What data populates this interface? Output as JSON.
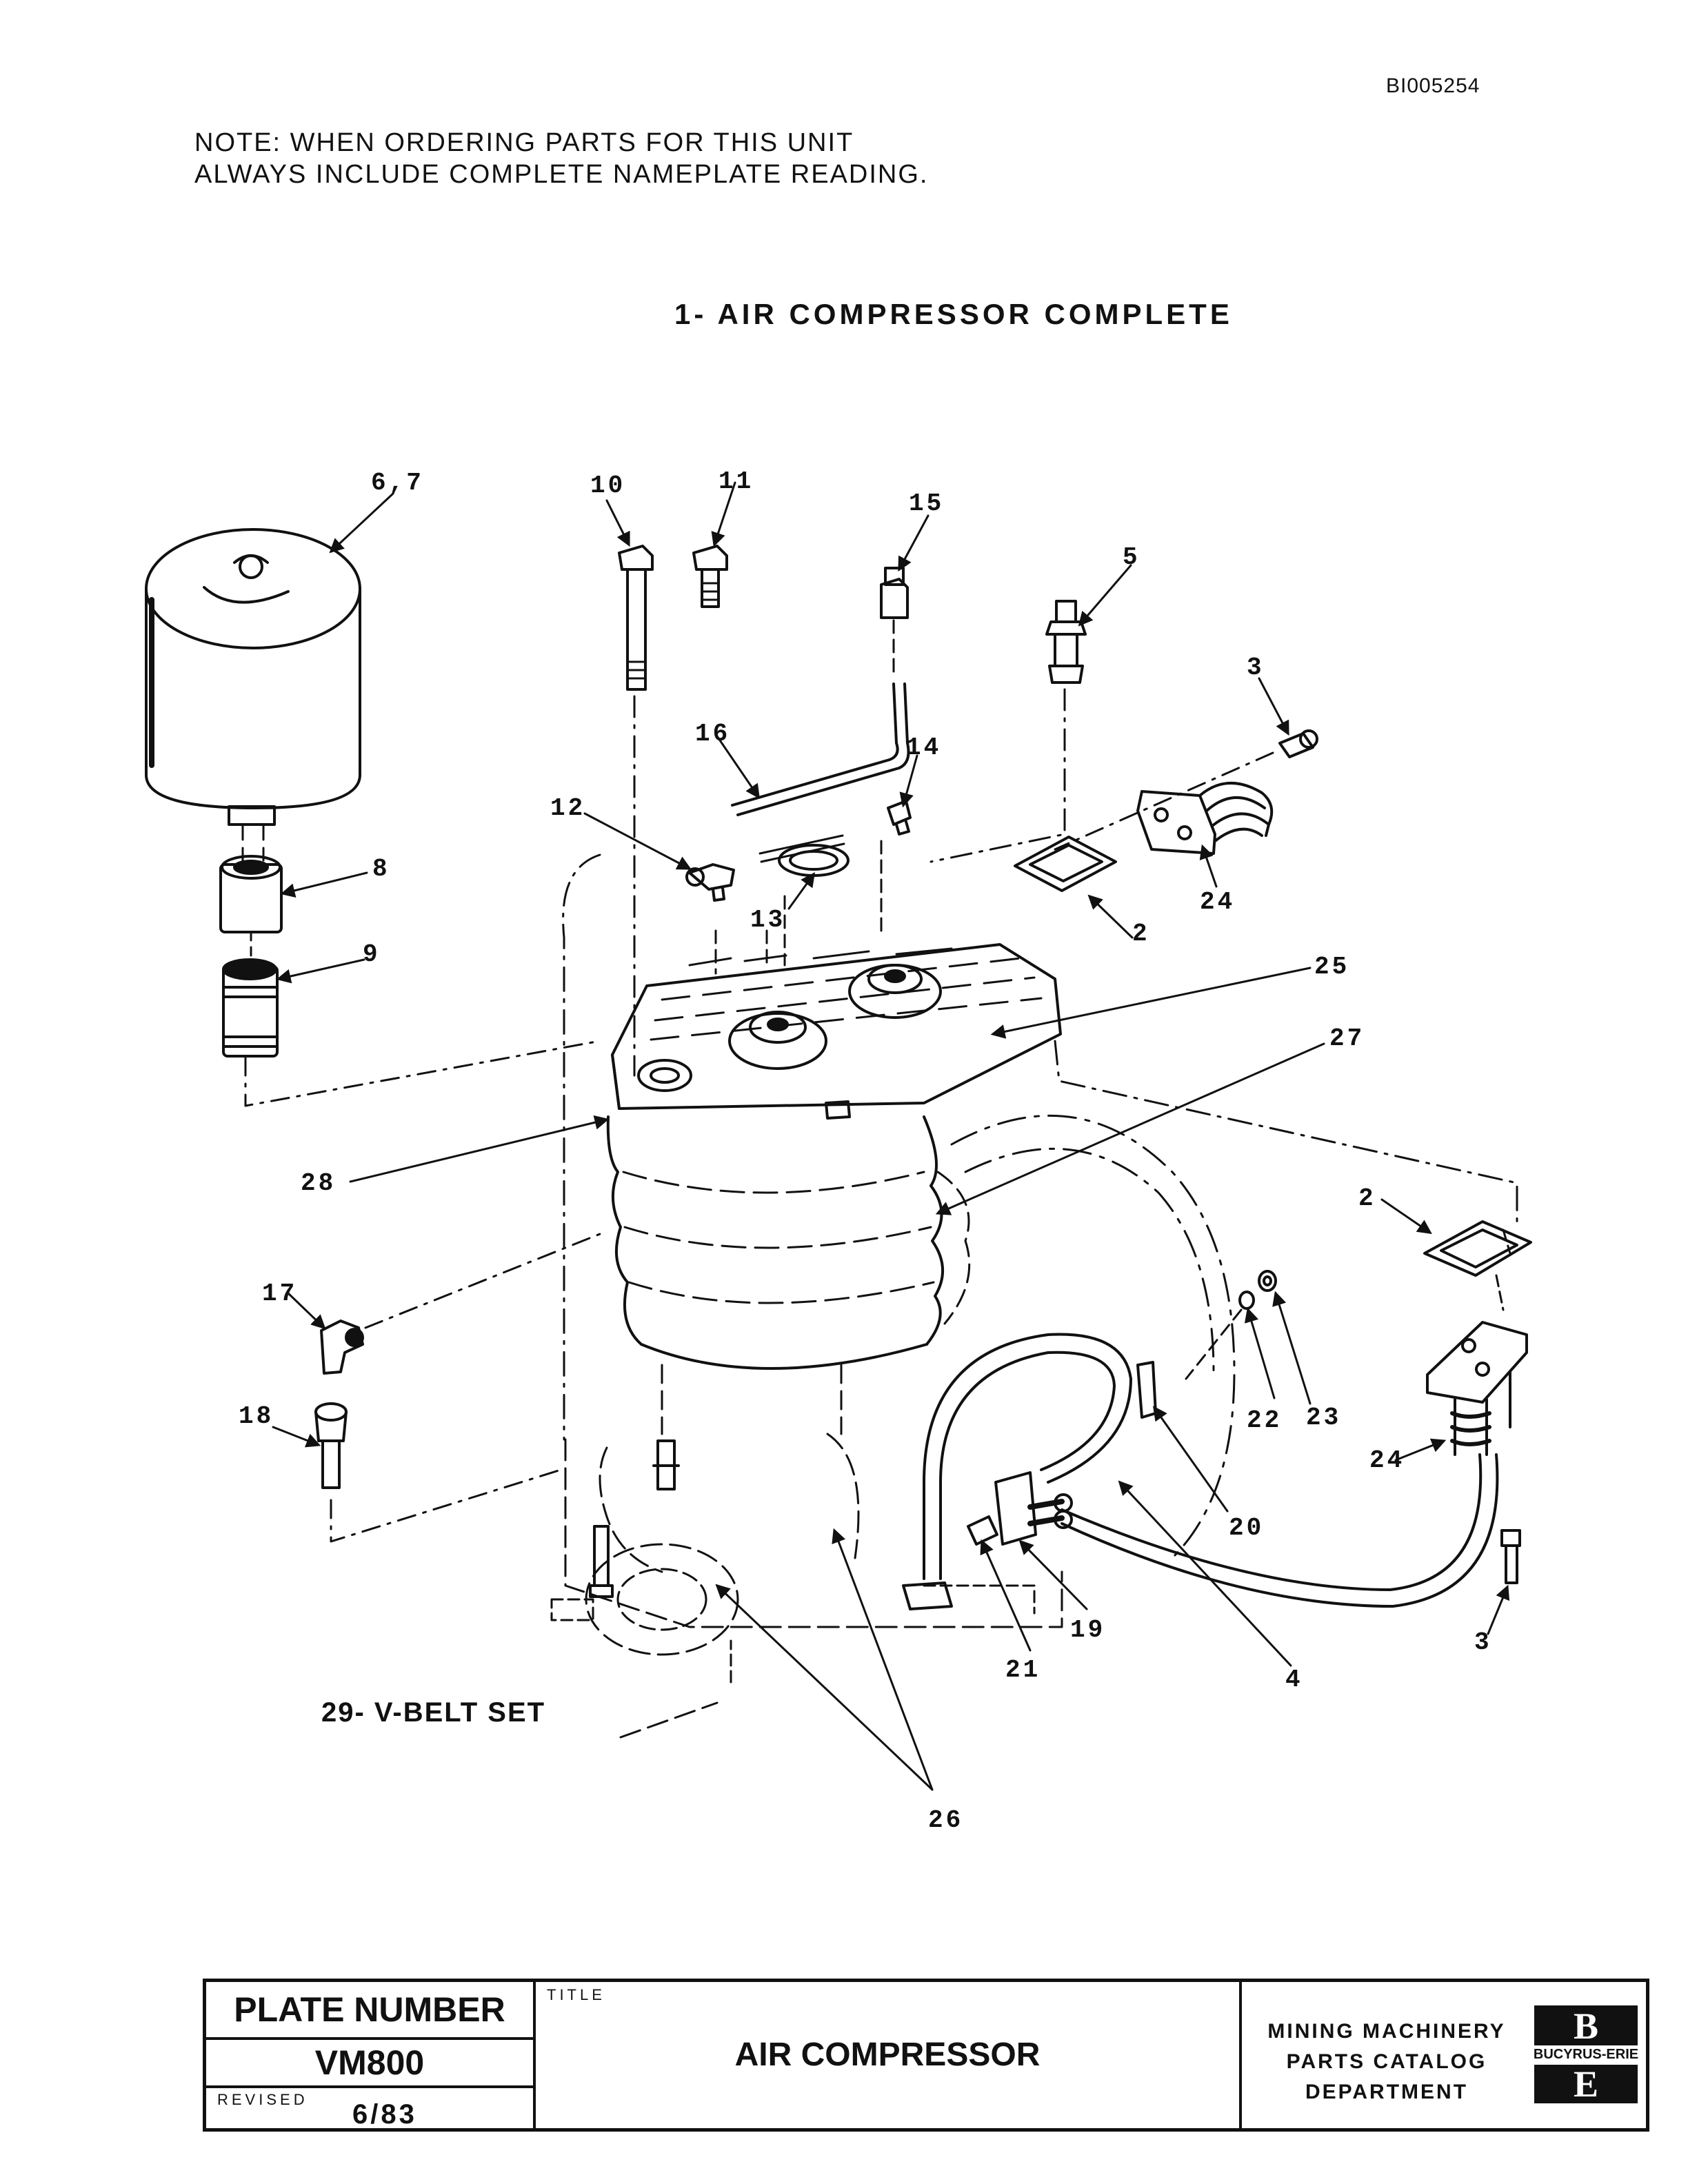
{
  "document_id": "BI005254",
  "note": {
    "line1": "NOTE:  WHEN ORDERING PARTS FOR THIS UNIT",
    "line2": "ALWAYS INCLUDE COMPLETE NAMEPLATE READING."
  },
  "assembly_title": "1- AIR COMPRESSOR COMPLETE",
  "belt_set_title": "29- V-BELT SET",
  "callouts": [
    {
      "id": "c67",
      "label": "6,7"
    },
    {
      "id": "c10",
      "label": "10"
    },
    {
      "id": "c11",
      "label": "11"
    },
    {
      "id": "c15",
      "label": "15"
    },
    {
      "id": "c5",
      "label": "5"
    },
    {
      "id": "c3a",
      "label": "3"
    },
    {
      "id": "c16",
      "label": "16"
    },
    {
      "id": "c14",
      "label": "14"
    },
    {
      "id": "c12",
      "label": "12"
    },
    {
      "id": "c8",
      "label": "8"
    },
    {
      "id": "c9",
      "label": "9"
    },
    {
      "id": "c13",
      "label": "13"
    },
    {
      "id": "c24a",
      "label": "24"
    },
    {
      "id": "c2a",
      "label": "2"
    },
    {
      "id": "c25",
      "label": "25"
    },
    {
      "id": "c27",
      "label": "27"
    },
    {
      "id": "c28",
      "label": "28"
    },
    {
      "id": "c2b",
      "label": "2"
    },
    {
      "id": "c17",
      "label": "17"
    },
    {
      "id": "c22",
      "label": "22"
    },
    {
      "id": "c23",
      "label": "23"
    },
    {
      "id": "c18",
      "label": "18"
    },
    {
      "id": "c24b",
      "label": "24"
    },
    {
      "id": "c20",
      "label": "20"
    },
    {
      "id": "c19",
      "label": "19"
    },
    {
      "id": "c21",
      "label": "21"
    },
    {
      "id": "c4",
      "label": "4"
    },
    {
      "id": "c3b",
      "label": "3"
    },
    {
      "id": "c26",
      "label": "26"
    }
  ],
  "title_block": {
    "plate_number_label": "PLATE NUMBER",
    "plate_number": "VM800",
    "revised_label": "REVISED",
    "revised": "6/83",
    "title_label": "TITLE",
    "title": "AIR COMPRESSOR",
    "department_line1": "MINING MACHINERY",
    "department_line2": "PARTS CATALOG",
    "department_line3": "DEPARTMENT",
    "logo_caption": "BUCYRUS-ERIE",
    "logo_letter_top": "B",
    "logo_letter_bottom": "E"
  }
}
